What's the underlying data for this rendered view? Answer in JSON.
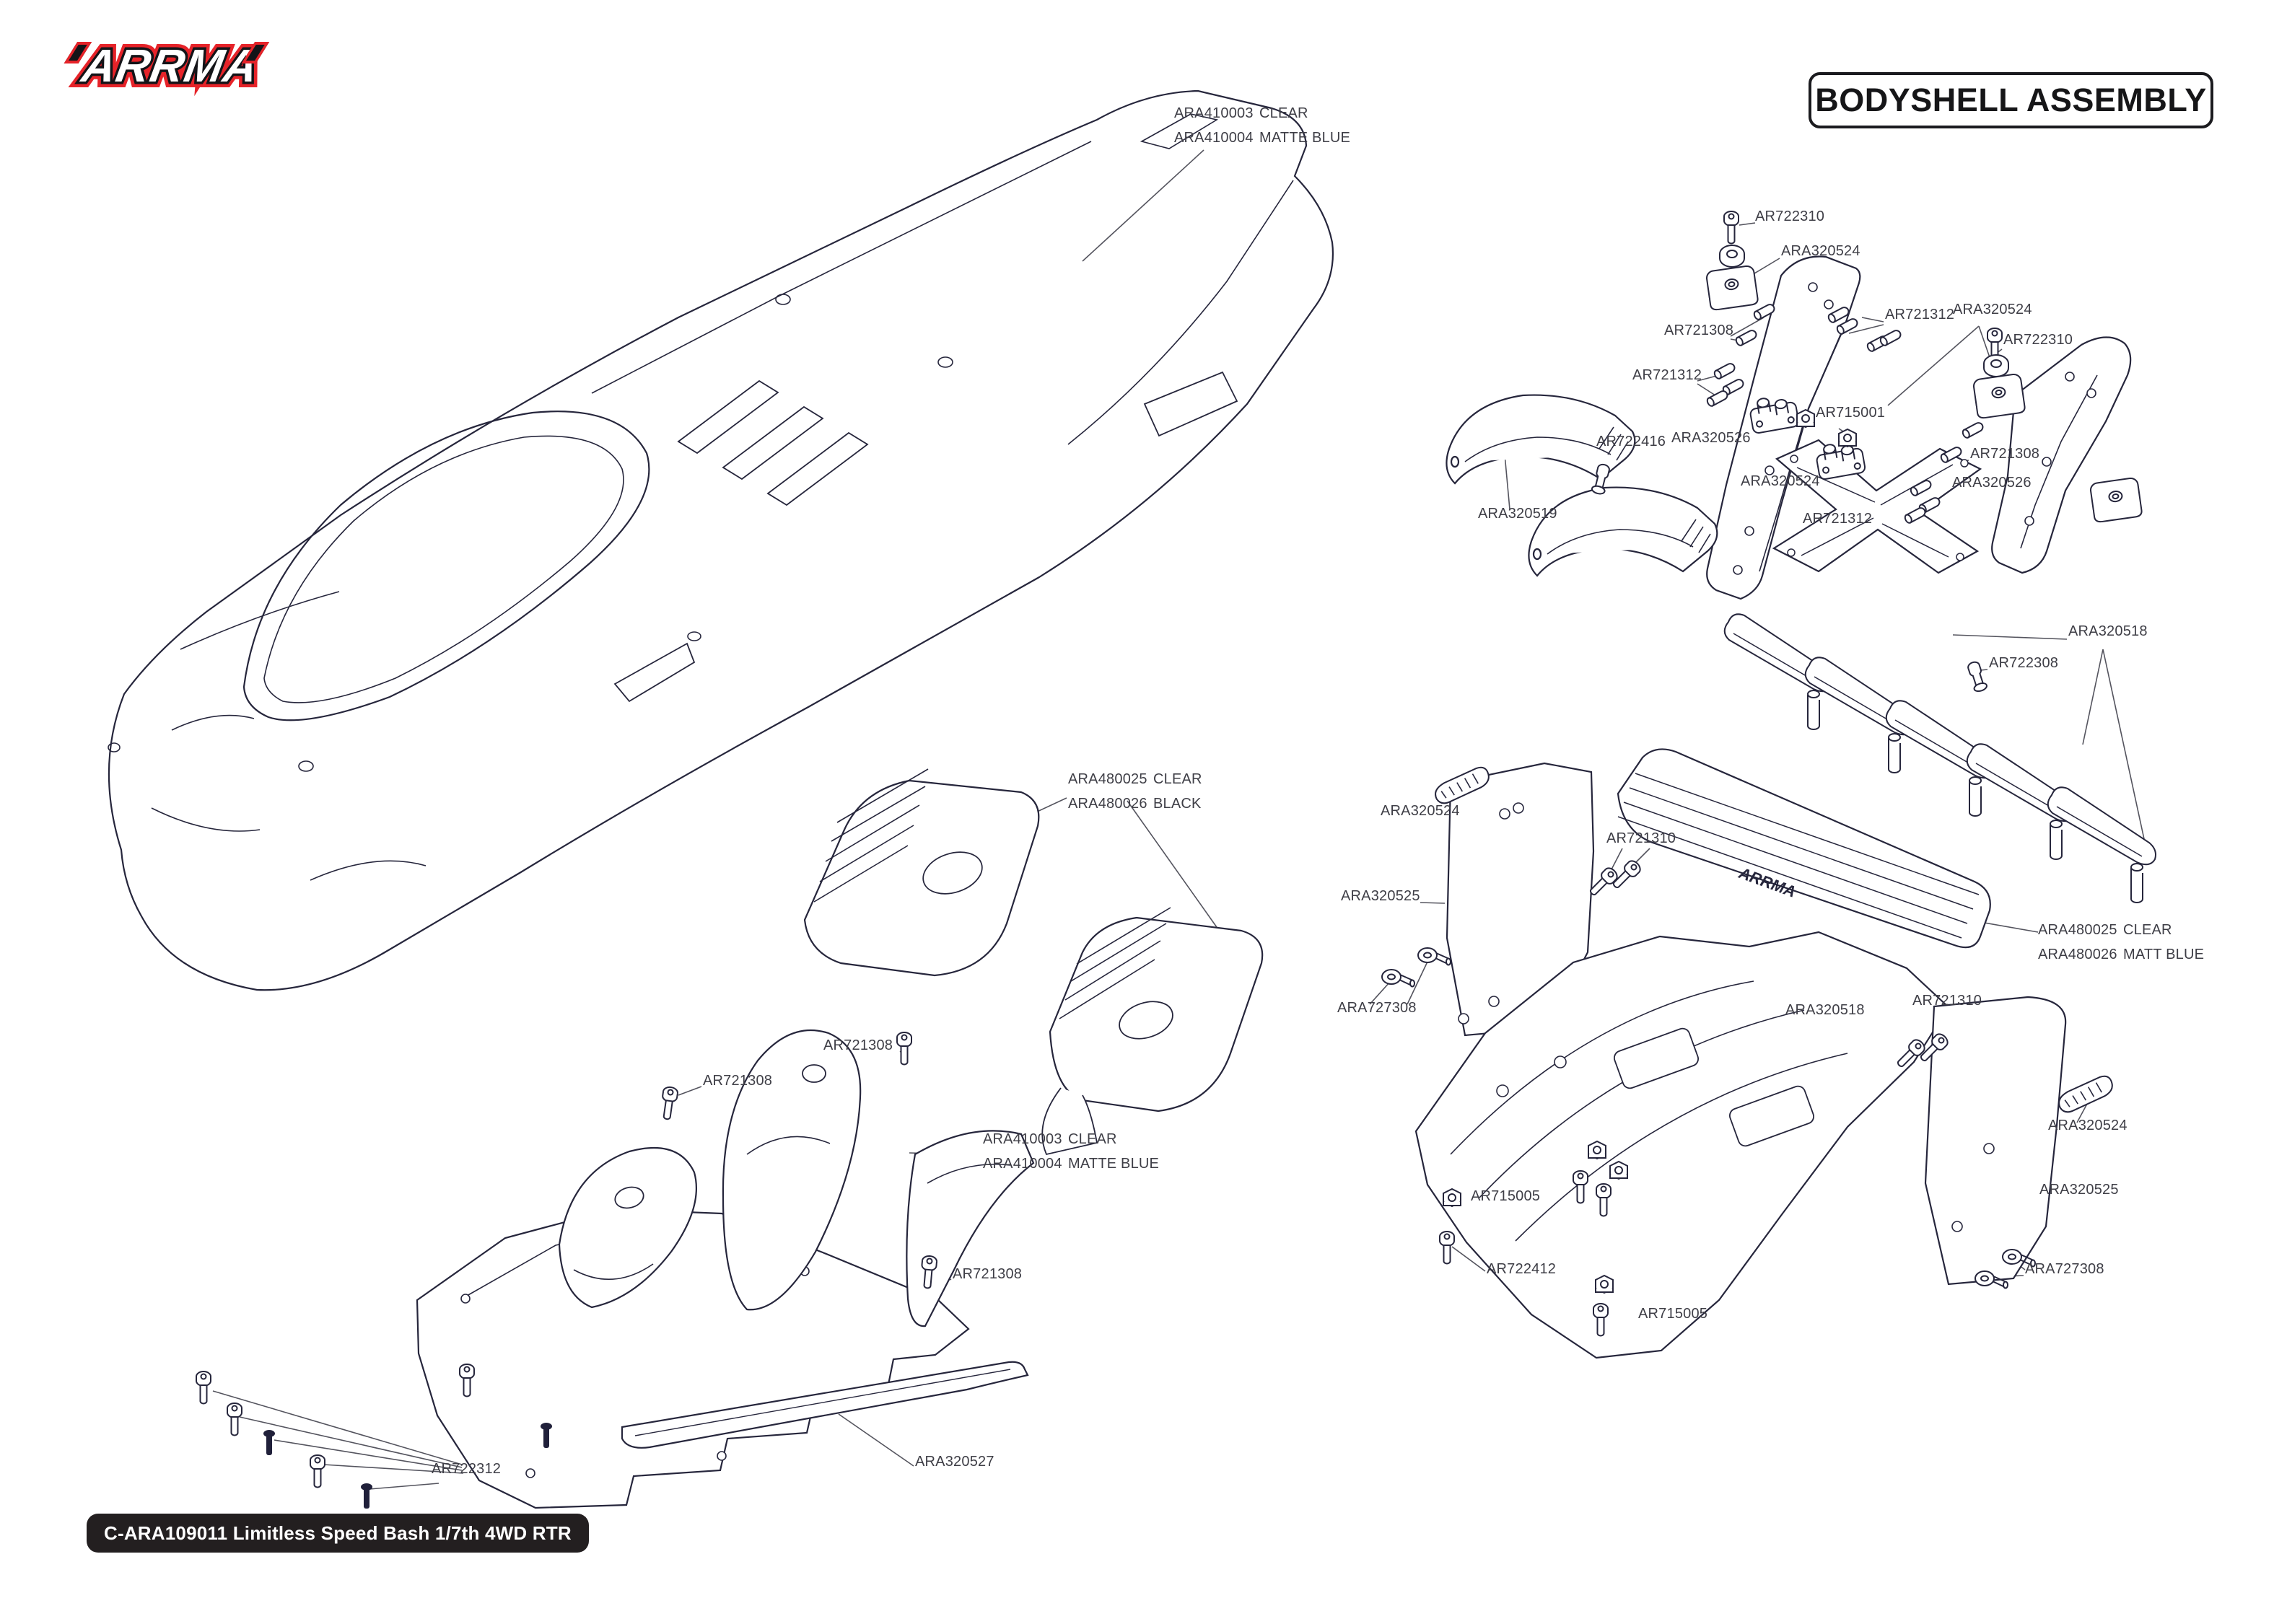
{
  "page": {
    "brand": "ARRMA",
    "title": "BODYSHELL ASSEMBLY",
    "footer_model": "C-ARA109011 Limitless Speed Bash 1/7th 4WD RTR"
  },
  "colors": {
    "line_art": "#26263c",
    "label_text": "#3e3e46",
    "accent_red": "#e62329",
    "banner_bg": "#231f20",
    "banner_text": "#ffffff"
  },
  "drawing": {
    "wing_logo_text": "ARRMA"
  },
  "part_labels": [
    {
      "text": "AR722310"
    },
    {
      "text": "ARA320524"
    },
    {
      "text": "AR721308"
    },
    {
      "text": "AR721312"
    },
    {
      "text": "AR721312"
    },
    {
      "text": "ARA320524"
    },
    {
      "text": "AR722310"
    },
    {
      "text": "ARA320526"
    },
    {
      "text": "AR722416"
    },
    {
      "text": "AR715001"
    },
    {
      "text": "ARA320519"
    },
    {
      "text": "ARA320524"
    },
    {
      "text": "AR721308"
    },
    {
      "text": "ARA320526"
    },
    {
      "text": "AR721312"
    },
    {
      "text": "ARA320518"
    },
    {
      "text": "AR722308"
    },
    {
      "text": "ARA320524"
    },
    {
      "text": "AR721310"
    },
    {
      "text": "ARA320525"
    },
    {
      "text": "ARA727308"
    },
    {
      "text": "ARA320518"
    },
    {
      "text": "AR721310"
    },
    {
      "text": "ARA320524"
    },
    {
      "text": "ARA320525"
    },
    {
      "text": "ARA727308"
    },
    {
      "text": "AR715005"
    },
    {
      "text": "AR722412"
    },
    {
      "text": "AR715005"
    },
    {
      "text": "AR721308"
    },
    {
      "text": "AR721308"
    },
    {
      "text": "AR721308"
    },
    {
      "text": "AR722312"
    },
    {
      "text": "ARA320527"
    }
  ],
  "variant_labels": [
    {
      "rows": [
        {
          "part": "ARA410003",
          "finish": "CLEAR"
        },
        {
          "part": "ARA410004",
          "finish": "MATTE BLUE"
        }
      ]
    },
    {
      "rows": [
        {
          "part": "ARA480025",
          "finish": "CLEAR"
        },
        {
          "part": "ARA480026",
          "finish": "BLACK"
        }
      ]
    },
    {
      "rows": [
        {
          "part": "ARA410003",
          "finish": "CLEAR"
        },
        {
          "part": "ARA410004",
          "finish": "MATTE BLUE"
        }
      ]
    },
    {
      "rows": [
        {
          "part": "ARA480025",
          "finish": "CLEAR"
        },
        {
          "part": "ARA480026",
          "finish": "MATT BLUE"
        }
      ]
    }
  ]
}
